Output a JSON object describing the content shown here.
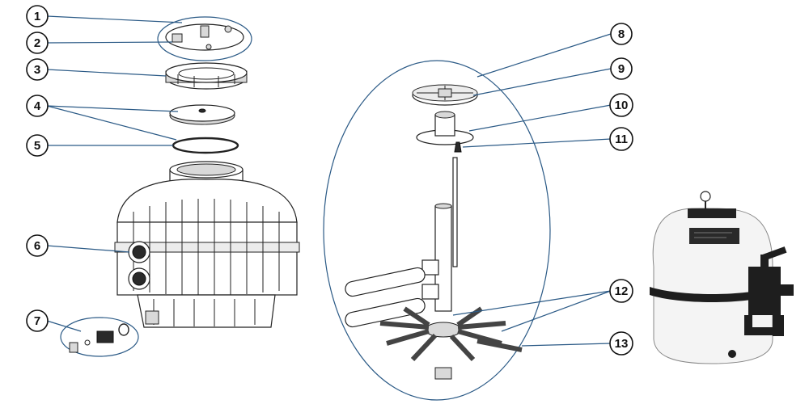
{
  "callouts": [
    {
      "label": "1"
    },
    {
      "label": "2"
    },
    {
      "label": "3"
    },
    {
      "label": "4"
    },
    {
      "label": "5"
    },
    {
      "label": "6"
    },
    {
      "label": "7"
    },
    {
      "label": "8"
    },
    {
      "label": "9"
    },
    {
      "label": "10"
    },
    {
      "label": "11"
    },
    {
      "label": "12"
    },
    {
      "label": "13"
    }
  ],
  "colors": {
    "leader": "#2b5a86",
    "outline": "#222222",
    "shade": "#d9d9d9",
    "tank_body": "#f4f4f4",
    "valve": "#1e1e1e"
  }
}
